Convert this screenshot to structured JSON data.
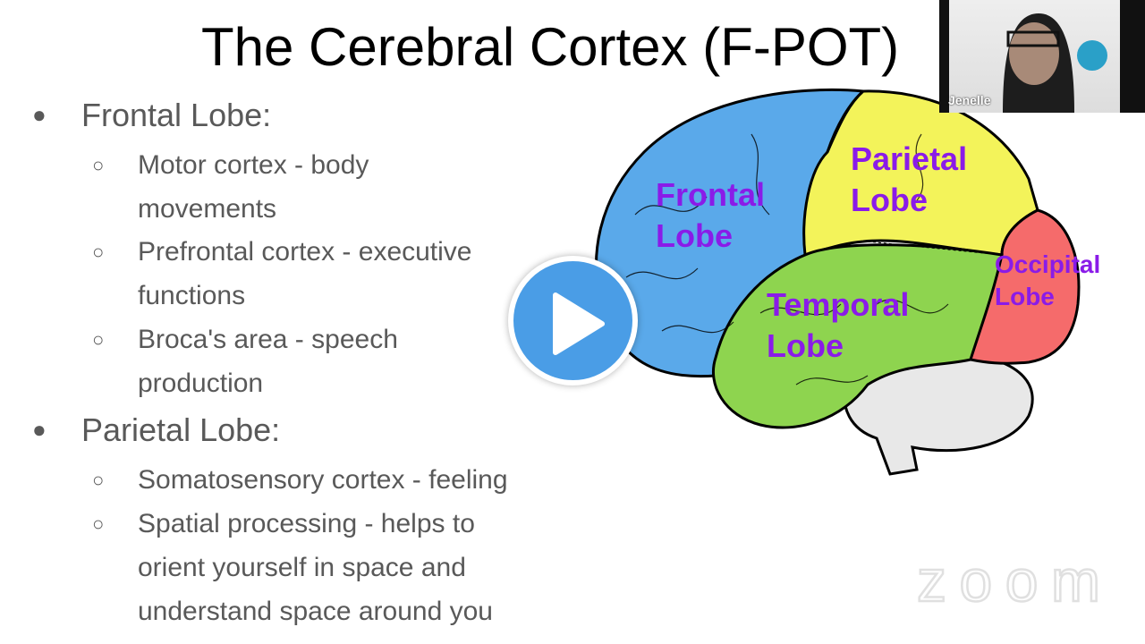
{
  "slide": {
    "title": "The Cerebral Cortex (F-POT)",
    "bullets": [
      {
        "label": "Frontal Lobe:",
        "sub": [
          "Motor cortex - body",
          "movements",
          "Prefrontal cortex - executive",
          "functions",
          "Broca's area - speech",
          "production"
        ]
      },
      {
        "label": "Parietal Lobe:",
        "sub": [
          "Somatosensory cortex - feeling",
          "Spatial processing - helps to",
          "orient yourself in space and",
          "understand space around you"
        ]
      }
    ],
    "brain_labels": {
      "frontal": [
        "Frontal",
        "Lobe"
      ],
      "parietal": [
        "Parietal",
        "Lobe"
      ],
      "temporal": [
        "Temporal",
        "Lobe"
      ],
      "occipital": [
        "Occipital",
        "Lobe"
      ]
    }
  },
  "video": {
    "participant_name": "Jenelle",
    "watermark": "zoom"
  },
  "colors": {
    "frontal": "#5aa9ea",
    "parietal": "#f3f35a",
    "temporal": "#8ed44f",
    "occipital": "#f56b6b",
    "label": "#8a1be8",
    "play": "#4a9de6"
  }
}
